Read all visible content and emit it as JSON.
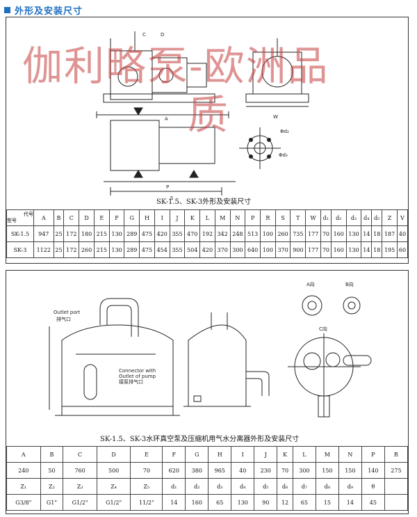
{
  "header": {
    "title": "外形及安装尺寸"
  },
  "watermark": {
    "line1": "伽利略泵-欧洲品",
    "line2": "质"
  },
  "figure1": {
    "caption": "SK-1.5、SK-3外形及安装尺寸"
  },
  "table1": {
    "corner_top": "代号",
    "corner_bottom": "型号",
    "headers": [
      "A",
      "B",
      "C",
      "D",
      "E",
      "F",
      "G",
      "H",
      "I",
      "J",
      "K",
      "L",
      "M",
      "N",
      "P",
      "R",
      "S",
      "T",
      "W",
      "d₁",
      "d₂",
      "d₃",
      "d₄",
      "d₅",
      "Z",
      "V"
    ],
    "rows": [
      {
        "model": "SK-1.5",
        "values": [
          "947",
          "25",
          "172",
          "180",
          "215",
          "130",
          "289",
          "475",
          "420",
          "355",
          "470",
          "192",
          "342",
          "248",
          "513",
          "100",
          "260",
          "735",
          "177",
          "70",
          "160",
          "130",
          "14",
          "18",
          "187",
          "40"
        ]
      },
      {
        "model": "SK-3",
        "values": [
          "1122",
          "25",
          "172",
          "260",
          "215",
          "130",
          "289",
          "475",
          "454",
          "355",
          "504",
          "420",
          "370",
          "300",
          "640",
          "100",
          "370",
          "900",
          "177",
          "70",
          "160",
          "130",
          "14",
          "18",
          "195",
          "60"
        ]
      }
    ]
  },
  "figure2": {
    "caption": "SK-1.5、SK-3水环真空泵及压缩机用气水分离器外形及安装尺寸",
    "outlet_port": "Outlet port",
    "outlet_port_cn": "排气口",
    "connector": "Connector with",
    "connector2": "Outlet of pump",
    "connector_cn": "接泵排气口",
    "view_a": "A向",
    "view_b": "B向",
    "view_c": "C向"
  },
  "table2": {
    "headers1": [
      "A",
      "B",
      "C",
      "D",
      "E",
      "F",
      "G",
      "H",
      "I",
      "J",
      "K",
      "L",
      "M",
      "N",
      "P",
      "R"
    ],
    "values1": [
      "240",
      "50",
      "760",
      "500",
      "70",
      "620",
      "380",
      "965",
      "40",
      "230",
      "70",
      "300",
      "150",
      "150",
      "140",
      "275"
    ],
    "headers2": [
      "Z₁",
      "Z₂",
      "Z₃",
      "Z₄",
      "Z₅",
      "d₁",
      "d₂",
      "d₃",
      "d₄",
      "d₅",
      "d₆",
      "d₇",
      "d₈",
      "d₉",
      "θ",
      ""
    ],
    "values2": [
      "G3/8\"",
      "G1\"",
      "G1/2\"",
      "G1/2\"",
      "11/2\"",
      "14",
      "160",
      "65",
      "130",
      "90",
      "12",
      "65",
      "15",
      "14",
      "45",
      ""
    ]
  }
}
